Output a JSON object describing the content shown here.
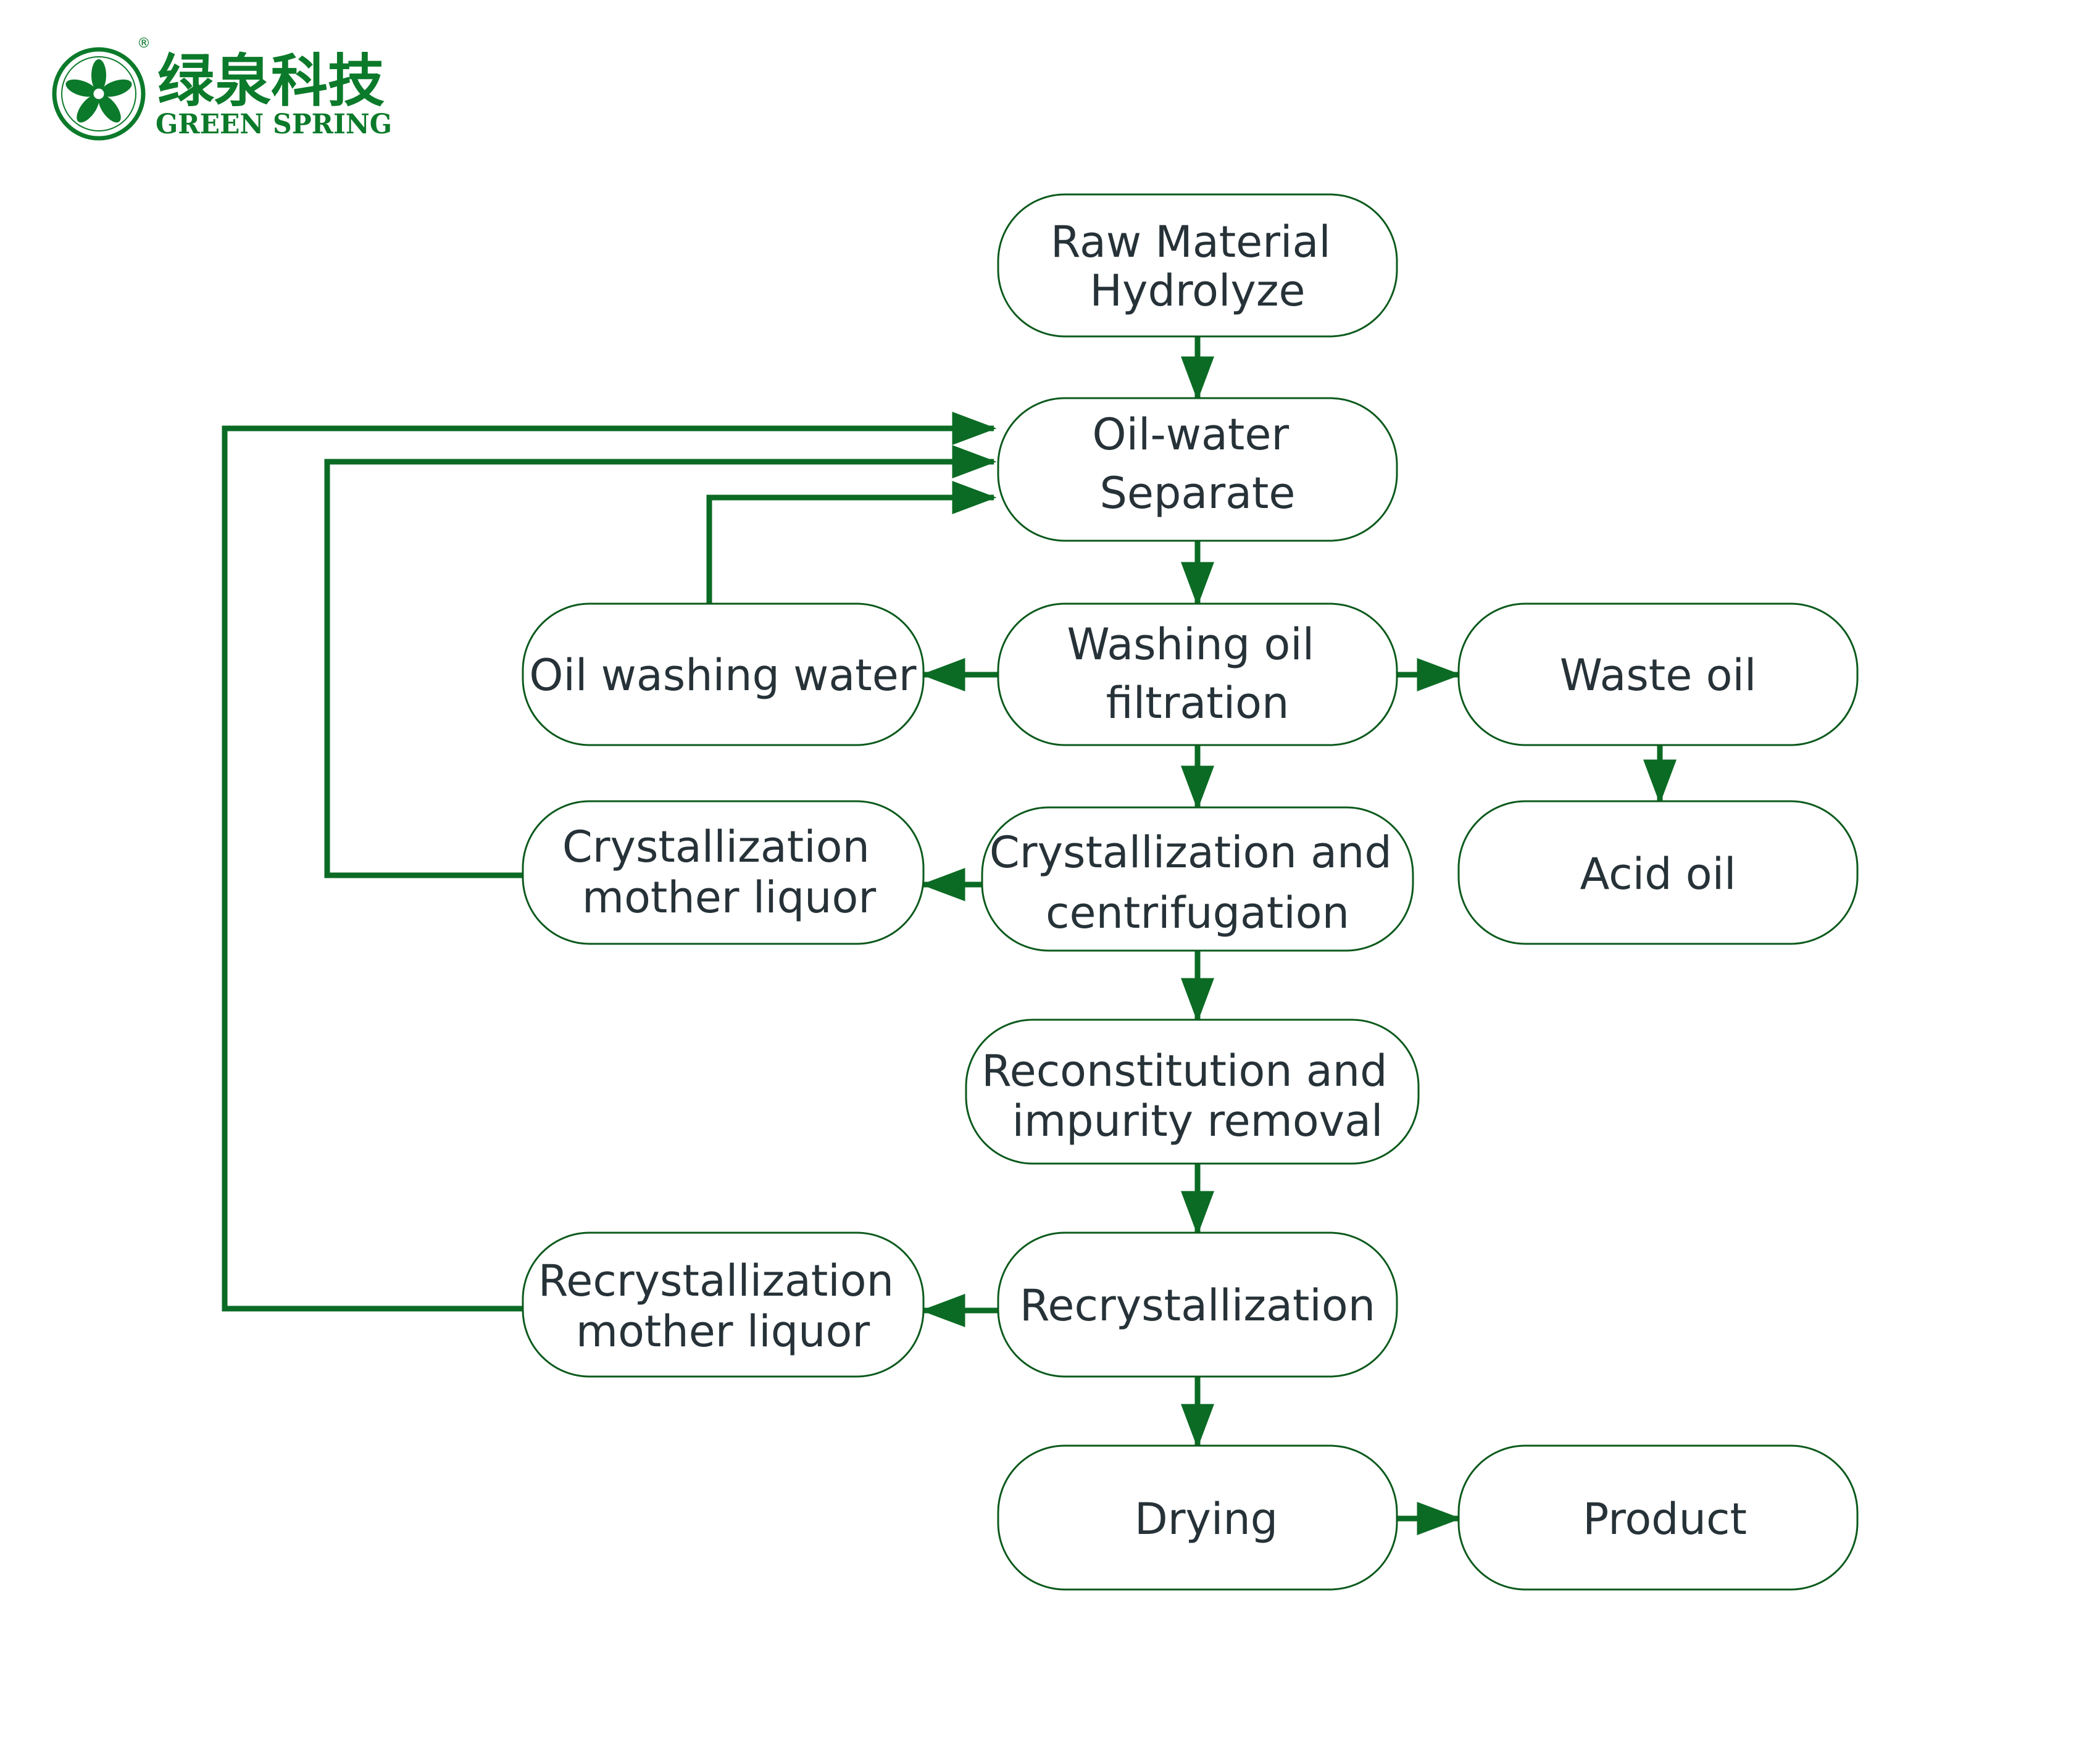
{
  "logo": {
    "name_cn": "绿泉科技",
    "name_en": "GREEN SPRING",
    "registered": "®"
  },
  "colors": {
    "brand_green": "#0b7a2a",
    "line_green": "#0b6b24",
    "box_border": "#0b5a1c",
    "text": "#263238"
  },
  "nodes": {
    "raw_material": {
      "lines": [
        "Raw Material",
        "Hydrolyze"
      ]
    },
    "oil_water": {
      "lines": [
        "Oil-water",
        "Separate"
      ]
    },
    "washing": {
      "lines": [
        "Washing oil",
        "filtration"
      ]
    },
    "oil_washing_water": {
      "lines": [
        "Oil washing water"
      ]
    },
    "waste_oil": {
      "lines": [
        "Waste oil"
      ]
    },
    "acid_oil": {
      "lines": [
        "Acid oil"
      ]
    },
    "cryst_mother": {
      "lines": [
        "Crystallization",
        "mother liquor"
      ]
    },
    "cryst_centri": {
      "lines": [
        "Crystallization and",
        "centrifugation"
      ]
    },
    "reconstitution": {
      "lines": [
        "Reconstitution and",
        "impurity removal"
      ]
    },
    "recryst": {
      "lines": [
        "Recrystallization"
      ]
    },
    "recryst_mother": {
      "lines": [
        "Recrystallization",
        "mother liquor"
      ]
    },
    "drying": {
      "lines": [
        "Drying"
      ]
    },
    "product": {
      "lines": [
        "Product"
      ]
    }
  },
  "edges": [
    {
      "from": "raw_material",
      "to": "oil_water"
    },
    {
      "from": "oil_water",
      "to": "washing"
    },
    {
      "from": "washing",
      "to": "oil_washing_water"
    },
    {
      "from": "washing",
      "to": "waste_oil"
    },
    {
      "from": "waste_oil",
      "to": "acid_oil"
    },
    {
      "from": "washing",
      "to": "cryst_centri"
    },
    {
      "from": "cryst_centri",
      "to": "cryst_mother"
    },
    {
      "from": "cryst_centri",
      "to": "reconstitution"
    },
    {
      "from": "reconstitution",
      "to": "recryst"
    },
    {
      "from": "recryst",
      "to": "recryst_mother"
    },
    {
      "from": "recryst",
      "to": "drying"
    },
    {
      "from": "drying",
      "to": "product"
    },
    {
      "from": "oil_washing_water",
      "to": "oil_water"
    },
    {
      "from": "cryst_mother",
      "to": "oil_water"
    },
    {
      "from": "recryst_mother",
      "to": "oil_water"
    }
  ]
}
